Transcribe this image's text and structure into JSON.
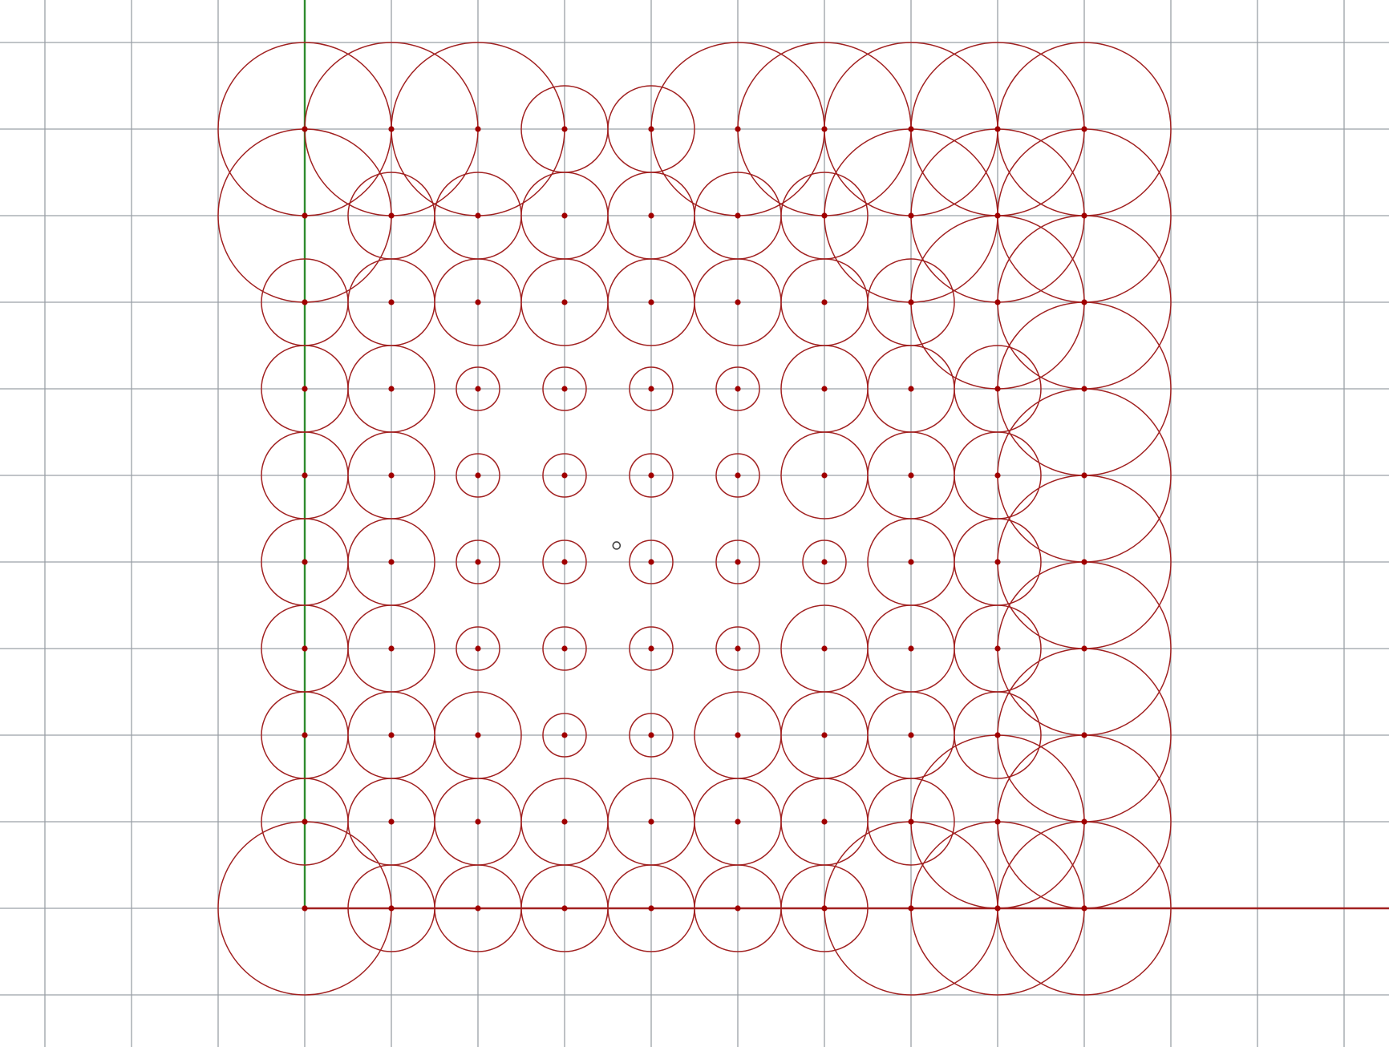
{
  "viewport": {
    "background_color": "#ffffff",
    "grid": {
      "visible": true,
      "color": "#9aa0a6",
      "spacing_units": 1,
      "x_range_units": [
        -3.5,
        12.5
      ],
      "y_range_units": [
        -1.5,
        10.5
      ]
    },
    "axes": {
      "x_axis_color": "#a12020",
      "y_axis_color": "#2e8b2e"
    },
    "geometry": {
      "circle_color": "#a12020",
      "point_color": "#a00000",
      "columns": 10,
      "rows": 10,
      "radius_units_by_row_top_to_bottom": [
        [
          1.0,
          1.0,
          1.0,
          0.5,
          0.5,
          1.0,
          1.0,
          1.0,
          1.0,
          1.0
        ],
        [
          1.0,
          0.5,
          0.5,
          0.5,
          0.5,
          0.5,
          0.5,
          1.0,
          1.0,
          1.0
        ],
        [
          0.5,
          0.5,
          0.5,
          0.5,
          0.5,
          0.5,
          0.5,
          0.5,
          1.0,
          1.0
        ],
        [
          0.5,
          0.5,
          0.25,
          0.25,
          0.25,
          0.25,
          0.5,
          0.5,
          0.5,
          1.0
        ],
        [
          0.5,
          0.5,
          0.25,
          0.25,
          0.25,
          0.25,
          0.5,
          0.5,
          0.5,
          1.0
        ],
        [
          0.5,
          0.5,
          0.25,
          0.25,
          0.25,
          0.25,
          0.25,
          0.5,
          0.5,
          1.0
        ],
        [
          0.5,
          0.5,
          0.25,
          0.25,
          0.25,
          0.25,
          0.5,
          0.5,
          0.5,
          1.0
        ],
        [
          0.5,
          0.5,
          0.5,
          0.25,
          0.25,
          0.5,
          0.5,
          0.5,
          0.5,
          1.0
        ],
        [
          0.5,
          0.5,
          0.5,
          0.5,
          0.5,
          0.5,
          0.5,
          0.5,
          1.0,
          1.0
        ],
        [
          1.0,
          0.5,
          0.5,
          0.5,
          0.5,
          0.5,
          0.5,
          1.0,
          1.0,
          1.0
        ]
      ]
    },
    "cursor_icon": "pick-cursor-icon"
  }
}
